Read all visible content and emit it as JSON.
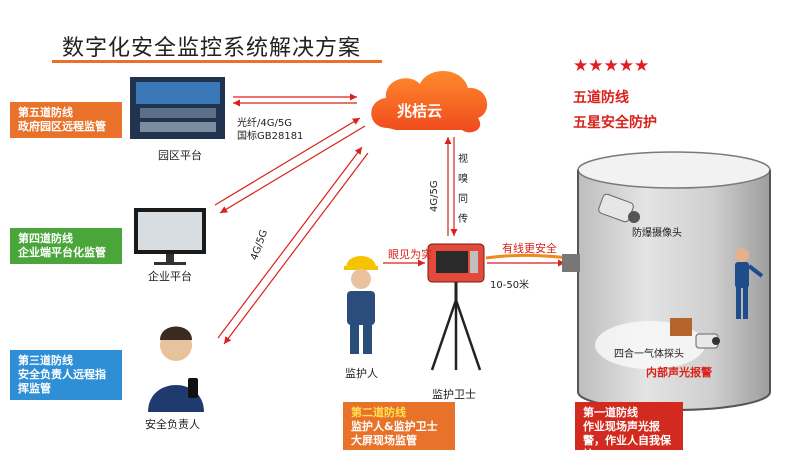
{
  "title": "数字化安全监控系统解决方案",
  "stars": "★★★★★",
  "summary": {
    "line1": "五道防线",
    "line2": "五星安全防护"
  },
  "cloud": {
    "label": "兆桔云"
  },
  "lines": {
    "fifth": {
      "heading": "第五道防线",
      "body": "政府园区远程监管"
    },
    "fourth": {
      "heading": "第四道防线",
      "body": "企业端平台化监管"
    },
    "third": {
      "heading": "第三道防线",
      "body": "安全负责人远程指挥监管"
    },
    "second": {
      "heading": "第二道防线",
      "body": "监护人&监护卫士大屏现场监管"
    },
    "first": {
      "heading": "第一道防线",
      "body": "作业现场声光报警，作业人自我保护"
    }
  },
  "captions": {
    "park_platform": "园区平台",
    "enterprise_platform": "企业平台",
    "safety_officer": "安全负责人",
    "guardian": "监护人",
    "guard_device": "监护卫士"
  },
  "labels": {
    "link_park": "光纤/4G/5G",
    "link_standard": "国标GB28181",
    "link_enterprise": "4G/5G",
    "link_device": "4G/5G",
    "transfer": "视嗅同传",
    "seeing": "眼见为实",
    "wired": "有线更安全",
    "distance": "10-50米",
    "explosion_cam": "防爆摄像头",
    "gas_probe": "四合一气体探头",
    "alarm": "内部声光报警"
  },
  "colors": {
    "orange": "#e8722a",
    "red": "#d9221c",
    "green": "#4aa63a",
    "blue": "#2f8fd6"
  }
}
